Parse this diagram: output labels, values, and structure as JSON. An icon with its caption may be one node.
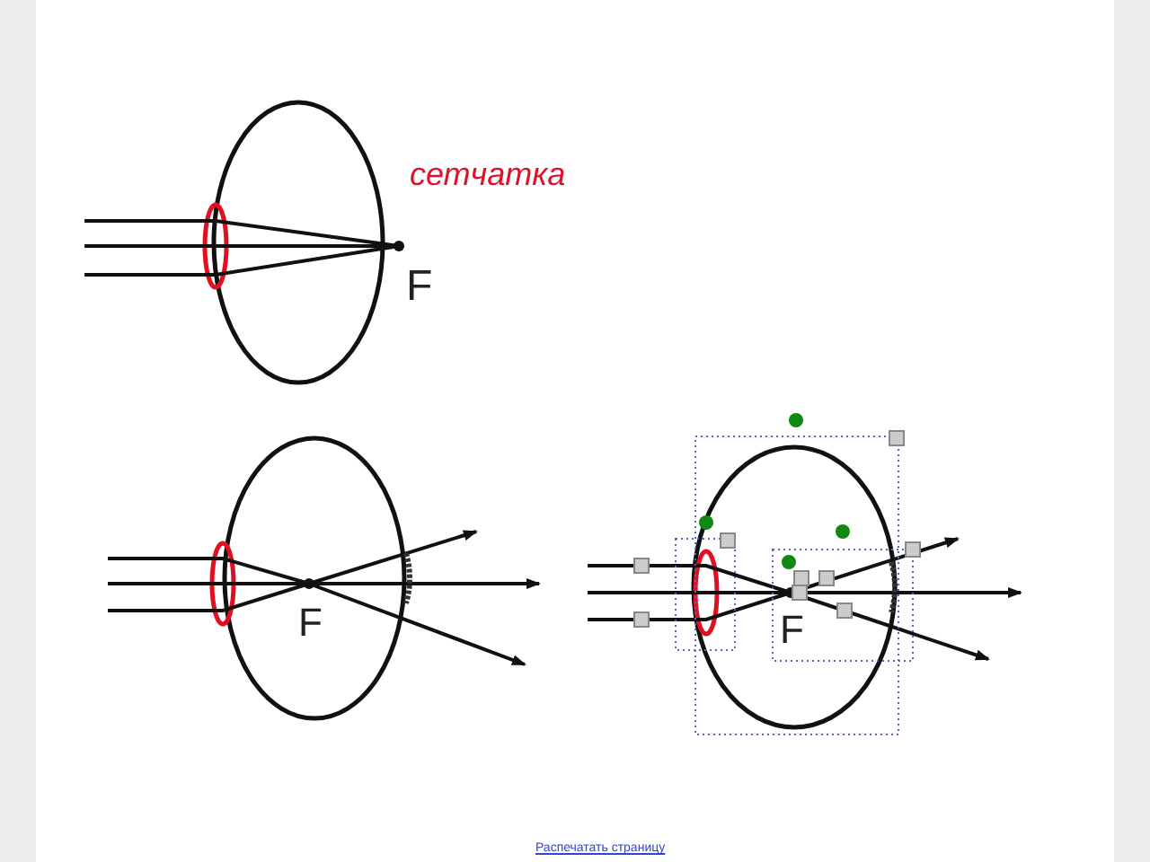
{
  "diagram": {
    "labels": [
      "сетчатка",
      "F",
      "F",
      "F",
      "Распечатать страницу"
    ]
  }
}
